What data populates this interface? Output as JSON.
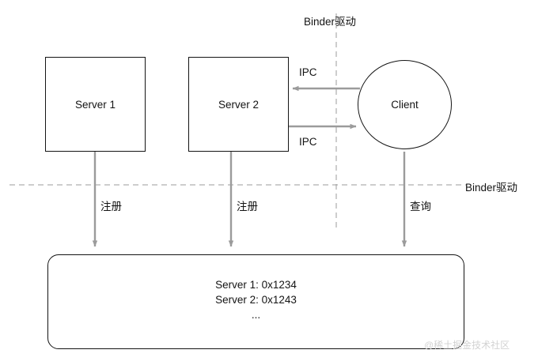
{
  "diagram": {
    "nodes": {
      "server1": {
        "label": "Server 1"
      },
      "server2": {
        "label": "Server 2"
      },
      "client": {
        "label": "Client"
      }
    },
    "service_manager": {
      "line1": "Server 1: 0x1234",
      "line2": "Server 2: 0x1243",
      "line3": "..."
    },
    "labels": {
      "binder_top": "Binder驱动",
      "binder_right": "Binder驱动",
      "ipc_top": "IPC",
      "ipc_bottom": "IPC",
      "register_1": "注册",
      "register_2": "注册",
      "query": "查询"
    },
    "watermark": "@稀土掘金技术社区",
    "colors": {
      "stroke": "#141414",
      "arrow": "#9b9b9b",
      "dashed": "#9b9b9b",
      "watermark": "#d2d2d2"
    }
  }
}
